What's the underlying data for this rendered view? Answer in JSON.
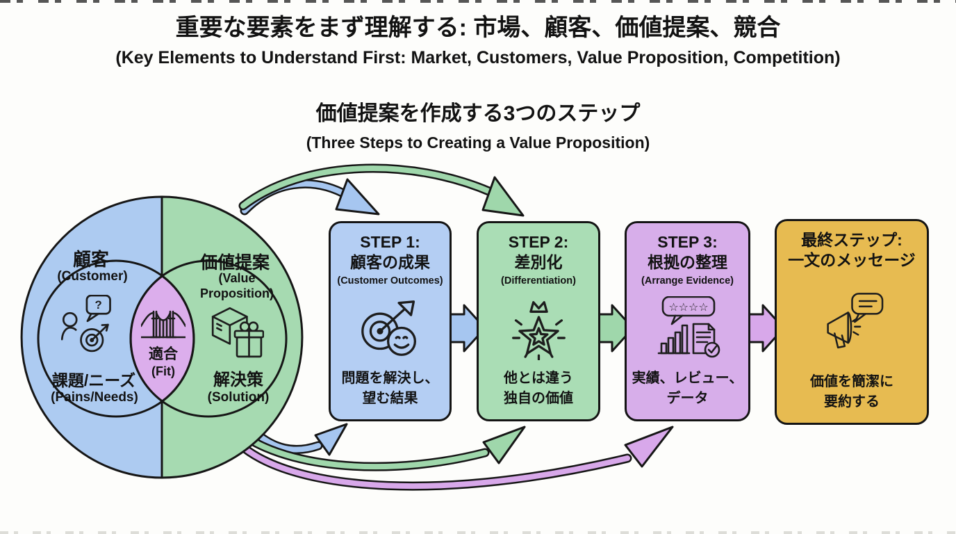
{
  "header": {
    "title_jp": "重要な要素をまず理解する: 市場、顧客、価値提案、競合",
    "title_en": "(Key Elements to Understand First: Market, Customers, Value Proposition, Competition)",
    "section_title_jp": "価値提案を作成する3つのステップ",
    "section_title_en": "(Three Steps to Creating a Value Proposition)"
  },
  "venn": {
    "left": {
      "label_jp": "顧客",
      "label_en": "(Customer)",
      "sub_jp": "課題/ニーズ",
      "sub_en": "(Pains/Needs)",
      "icon": "customer-question-target-icon",
      "question_mark": "?",
      "color": "#adcbf1"
    },
    "center": {
      "label_jp": "適合",
      "label_en": "(Fit)",
      "icon": "bridge-icon",
      "color": "#dcaeec"
    },
    "right": {
      "label_jp": "価値提案",
      "label_en": "(Value Proposition)",
      "sub_jp": "解決策",
      "sub_en": "(Solution)",
      "icon": "package-gift-icon",
      "color": "#a6dab1"
    }
  },
  "steps": [
    {
      "title": "STEP 1:",
      "subtitle_jp": "顧客の成果",
      "subtitle_en": "(Customer Outcomes)",
      "desc_line1": "問題を解決し、",
      "desc_line2": "望む結果",
      "icon": "target-arrow-smiley-icon",
      "color": "#b4cef3"
    },
    {
      "title": "STEP 2:",
      "subtitle_jp": "差別化",
      "subtitle_en": "(Differentiation)",
      "desc_line1": "他とは違う",
      "desc_line2": "独自の価値",
      "icon": "crowned-star-icon",
      "color": "#aaddb5"
    },
    {
      "title": "STEP 3:",
      "subtitle_jp": "根拠の整理",
      "subtitle_en": "(Arrange Evidence)",
      "desc_line1": "実績、レビュー、",
      "desc_line2": "データ",
      "icon": "review-stars-chart-document-icon",
      "rating_stars": "☆☆☆☆",
      "color": "#d7aeea"
    },
    {
      "title": "最終ステップ:",
      "subtitle_jp": "一文のメッセージ",
      "subtitle_en": "",
      "desc_line1": "価値を簡潔に",
      "desc_line2": "要約する",
      "icon": "megaphone-speech-icon",
      "color": "#e7bb51"
    }
  ],
  "arrows": {
    "top_curved": [
      {
        "from": "venn",
        "to": "STEP 1",
        "color": "#a6c6f0"
      },
      {
        "from": "venn",
        "to": "STEP 2",
        "color": "#9fd7ab"
      }
    ],
    "bottom_curved": [
      {
        "from": "venn",
        "to": "STEP 1",
        "color": "#a6c6f0"
      },
      {
        "from": "venn",
        "to": "STEP 2",
        "color": "#9fd7ab"
      },
      {
        "from": "venn",
        "to": "STEP 3",
        "color": "#d8a8ea"
      }
    ],
    "between_boxes": [
      {
        "from": "STEP 1",
        "to": "STEP 2",
        "color": "#a6c6f0"
      },
      {
        "from": "STEP 2",
        "to": "STEP 3",
        "color": "#9fd7ab"
      },
      {
        "from": "STEP 3",
        "to": "FINAL",
        "color": "#d8a8ea"
      }
    ],
    "outline_color": "#161616"
  }
}
